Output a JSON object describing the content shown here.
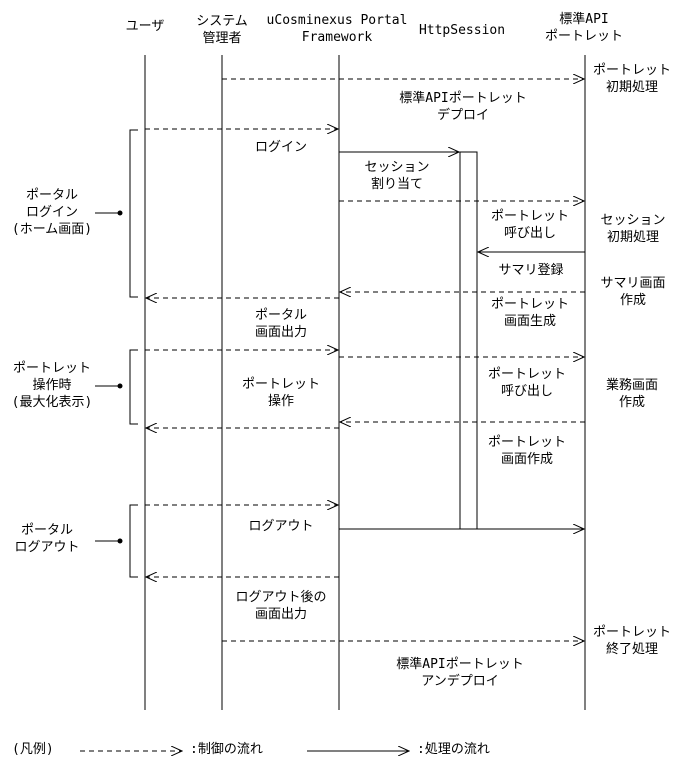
{
  "lanes": {
    "user": "ユーザ",
    "admin": "システム\n管理者",
    "framework": "uCosminexus Portal\nFramework",
    "session": "HttpSession",
    "portlet": "標準API\nポートレット"
  },
  "groups": {
    "login": "ポータル\nログイン\n(ホーム画面)",
    "operation": "ポートレット\n操作時\n(最大化表示)",
    "logout": "ポータル\nログアウト"
  },
  "messages": {
    "deploy": "標準APIポートレット\nデプロイ",
    "init": "ポートレット\n初期処理",
    "login": "ログイン",
    "session_assign": "セッション\n割り当て",
    "portlet_call1": "ポートレット\n呼び出し",
    "session_init": "セッション\n初期処理",
    "summary_register": "サマリ登録",
    "summary_create": "サマリ画面\n作成",
    "portal_output": "ポータル\n画面出力",
    "portlet_screen_gen": "ポートレット\n画面生成",
    "portlet_op": "ポートレット\n操作",
    "portlet_call2": "ポートレット\n呼び出し",
    "business_create": "業務画面\n作成",
    "portlet_screen_create": "ポートレット\n画面作成",
    "logout": "ログアウト",
    "after_logout_output": "ログアウト後の\n画面出力",
    "terminate": "ポートレット\n終了処理",
    "undeploy": "標準APIポートレット\nアンデプロイ"
  },
  "legend": {
    "title": "(凡例)",
    "control": ":制御の流れ",
    "process": ":処理の流れ"
  }
}
